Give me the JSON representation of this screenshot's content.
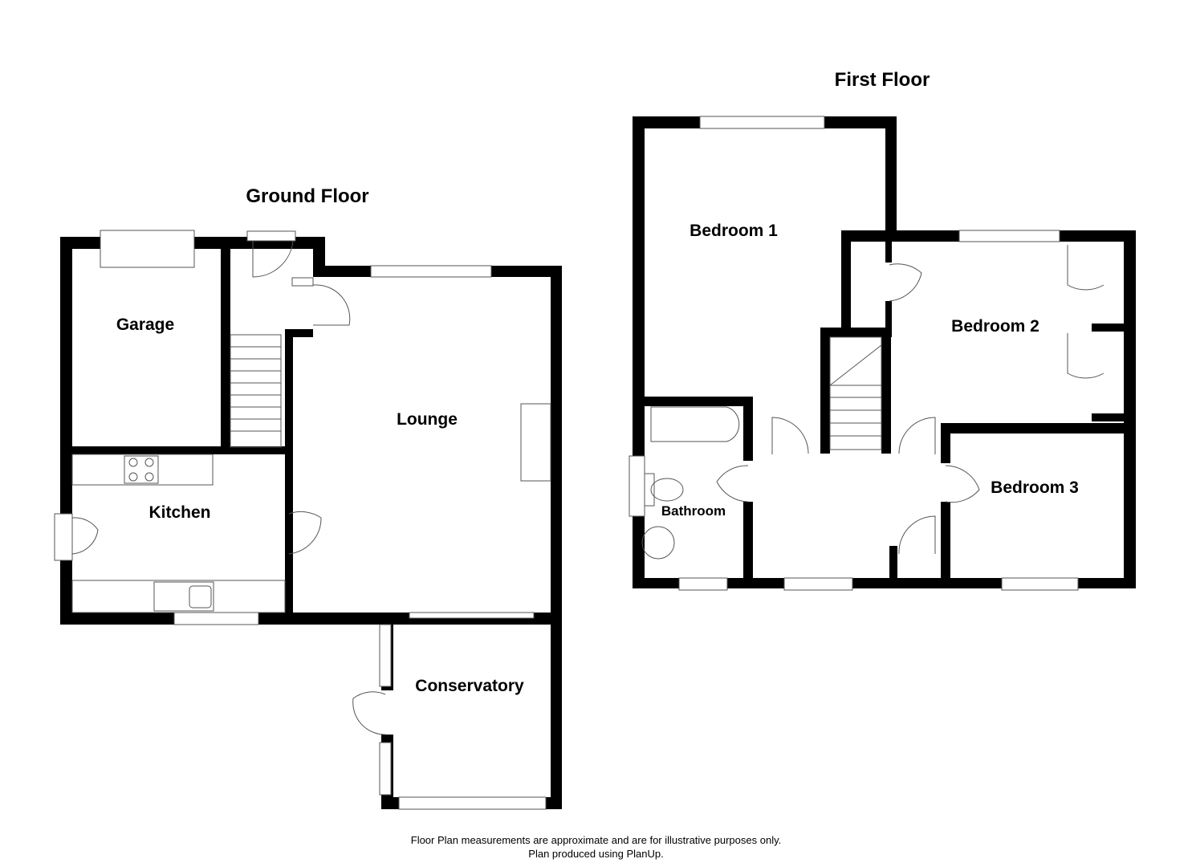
{
  "titles": {
    "ground_floor": "Ground Floor",
    "first_floor": "First Floor"
  },
  "rooms": {
    "garage": "Garage",
    "kitchen": "Kitchen",
    "lounge": "Lounge",
    "conservatory": "Conservatory",
    "bedroom1": "Bedroom 1",
    "bedroom2": "Bedroom 2",
    "bedroom3": "Bedroom 3",
    "bathroom": "Bathroom"
  },
  "footer": {
    "line1": "Floor Plan measurements are approximate and are for illustrative purposes only.",
    "line2": "Plan produced using PlanUp."
  }
}
